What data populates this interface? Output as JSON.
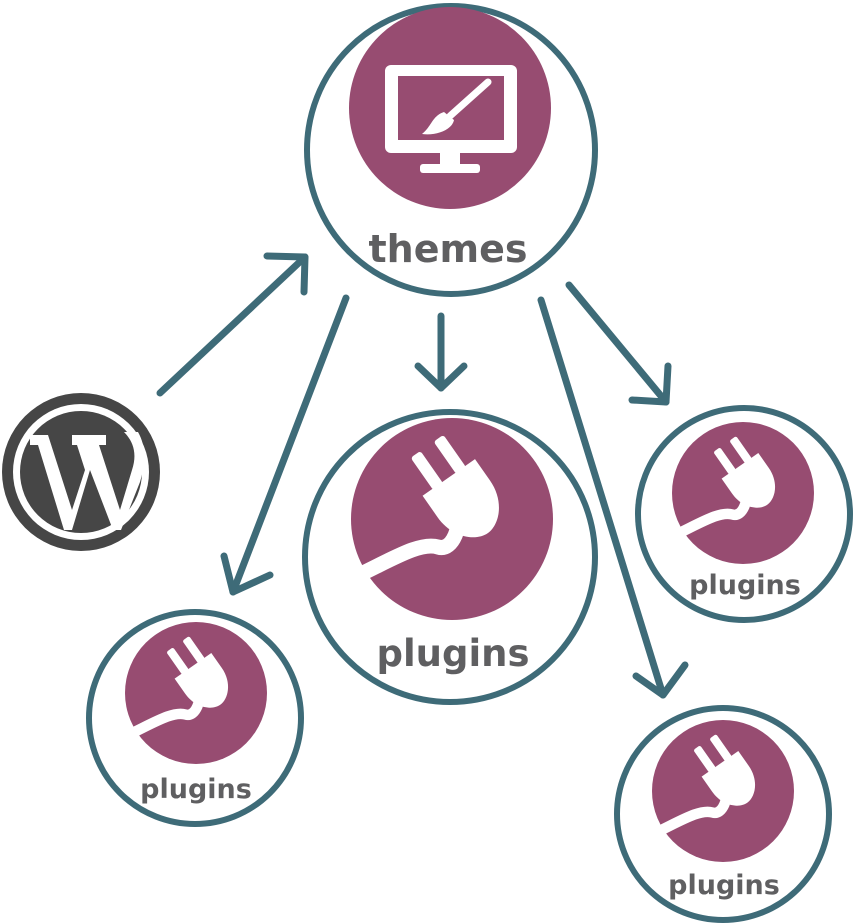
{
  "colors": {
    "ring": "#3e6b78",
    "badge": "#974c71",
    "label": "#5f5f61",
    "wordpress": "#464646"
  },
  "nodes": {
    "wordpress": {
      "icon": "wordpress-logo-icon"
    },
    "themes": {
      "label": "themes",
      "icon": "monitor-paintbrush-icon"
    },
    "plugins_center": {
      "label": "plugins",
      "icon": "plug-icon"
    },
    "plugins_right": {
      "label": "plugins",
      "icon": "plug-icon"
    },
    "plugins_left": {
      "label": "plugins",
      "icon": "plug-icon"
    },
    "plugins_bottom_right": {
      "label": "plugins",
      "icon": "plug-icon"
    }
  },
  "edges": [
    {
      "from": "wordpress",
      "to": "themes"
    },
    {
      "from": "themes",
      "to": "plugins_center"
    },
    {
      "from": "themes",
      "to": "plugins_left"
    },
    {
      "from": "themes",
      "to": "plugins_right"
    },
    {
      "from": "themes",
      "to": "plugins_bottom_right"
    }
  ]
}
